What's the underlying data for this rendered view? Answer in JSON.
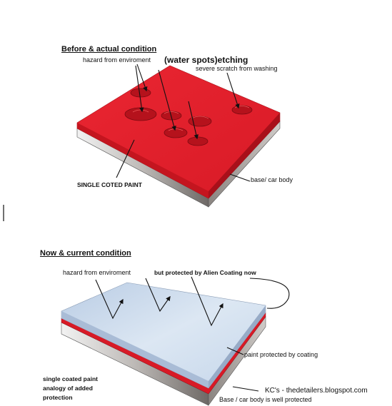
{
  "top": {
    "heading": "Before & actual condition",
    "label_hazard": "hazard from enviroment",
    "label_water": "(water spots)etching",
    "label_scratch": "severe scratch from washing",
    "label_single": "SINGLE COTED PAINT",
    "label_base": "base/ car body"
  },
  "bottom": {
    "heading": "Now & current condition",
    "label_hazard": "hazard from enviroment",
    "label_protected": "but protected by Alien Coating now",
    "label_paint_protected": "paint protected by coating",
    "label_single": "single coated paint",
    "label_analogy": "analogy of added",
    "label_protection": "protection",
    "label_credit": "KC's -  thedetailers.blogspot.com",
    "label_base": "Base / car body is well protected"
  },
  "colors": {
    "paint": "#e01e2b",
    "paint_dark": "#b0101b",
    "coating": "#c9d9ec",
    "metal_light": "#e4e4e4",
    "metal_dark": "#6f6a66"
  }
}
